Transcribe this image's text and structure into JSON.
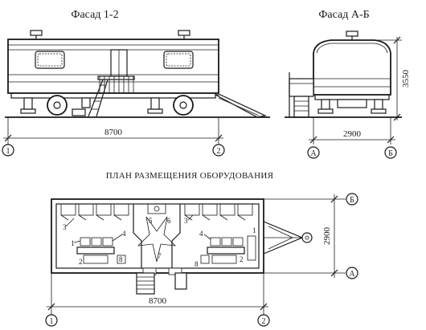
{
  "facade_left": {
    "title": "Фасад 1-2",
    "dim_length": "8700",
    "axis_left": "1",
    "axis_right": "2"
  },
  "facade_right": {
    "title": "Фасад А-Б",
    "dim_width": "2900",
    "dim_height": "3550",
    "axis_left": "А",
    "axis_right": "Б"
  },
  "plan": {
    "title": "ПЛАН РАЗМЕЩЕНИЯ ОБОРУДОВАНИЯ",
    "dim_length": "8700",
    "dim_width": "2900",
    "axis_left": "1",
    "axis_right": "2",
    "axis_top": "Б",
    "axis_bottom": "А",
    "labels": {
      "l1a": "1",
      "l1b": "1",
      "l2a": "2",
      "l2b": "2",
      "l3a": "3",
      "l3b": "3",
      "l4a": "4",
      "l4b": "4",
      "l5": "5",
      "l6": "6",
      "l7": "7",
      "l8a": "8",
      "l8b": "8"
    }
  }
}
